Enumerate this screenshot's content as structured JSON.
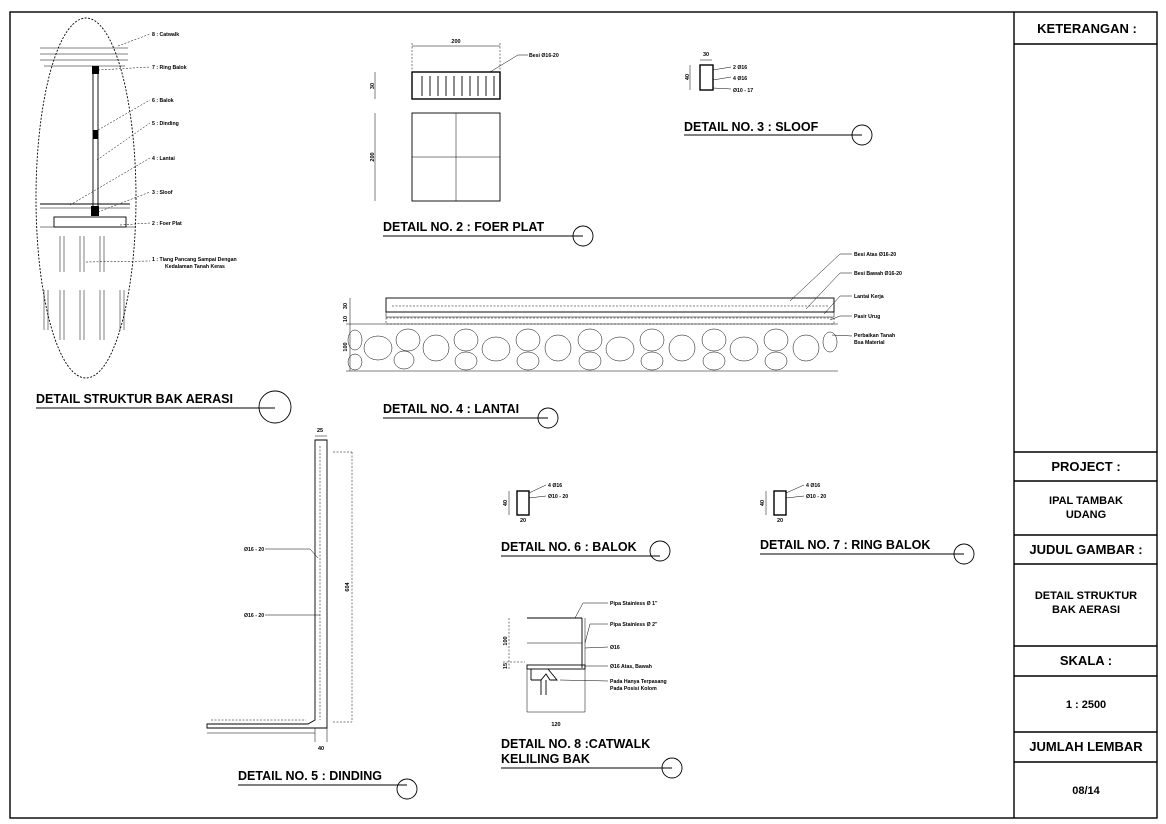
{
  "panel": {
    "keterangan": "KETERANGAN :",
    "project_label": "PROJECT :",
    "project_line1": "IPAL TAMBAK",
    "project_line2": "UDANG",
    "judul_label": "JUDUL GAMBAR :",
    "judul_line1": "DETAIL STRUKTUR",
    "judul_line2": "BAK AERASI",
    "skala_label": "SKALA :",
    "skala_value": "1 : 2500",
    "jumlah_label": "JUMLAH LEMBAR",
    "jumlah_value": "08/14"
  },
  "detail_struktur": {
    "title": "DETAIL STRUKTUR BAK AERASI",
    "labels": [
      "8 : Catwalk",
      "7 : Ring Balok",
      "6 : Balok",
      "5 : Dinding",
      "4 : Lantai",
      "3 : Sloof",
      "2 : Foer Plat"
    ],
    "label1_line1": "1 : Tiang Pancang Sampai Dengan",
    "label1_line2": "Kedalaman Tanah Keras"
  },
  "detail2": {
    "title": "DETAIL NO. 2 : FOER PLAT",
    "dim_width": "200",
    "dim_height_top": "30",
    "dim_height_bottom": "200",
    "rebar": "Besi Ø16-20"
  },
  "detail3": {
    "title": "DETAIL NO. 3 : SLOOF",
    "dim_width": "30",
    "dim_height": "40",
    "rebar1": "2 Ø16",
    "rebar2": "4 Ø16",
    "rebar3": "Ø10 - 17"
  },
  "detail4": {
    "title": "DETAIL NO. 4 : LANTAI",
    "dim1": "30",
    "dim2": "10",
    "dim3": "100",
    "label_besi_atas": "Besi Atas Ø16-20",
    "label_besi_bawah": "Besi Bawah Ø16-20",
    "label_lantai_kerja": "Lantai Kerja",
    "label_pasir_urug": "Pasir Urug",
    "label_perbaikan_line1": "Perbaikan Tanah",
    "label_perbaikan_line2": "Bsa Material"
  },
  "detail5": {
    "title": "DETAIL NO. 5 : DINDING",
    "dim_top": "25",
    "dim_bottom": "40",
    "dim_height": "604",
    "rebar_upper": "Ø16 - 20",
    "rebar_lower": "Ø16 - 20"
  },
  "detail6": {
    "title": "DETAIL NO. 6 : BALOK",
    "dim_width": "20",
    "dim_height": "40",
    "rebar1": "4 Ø16",
    "rebar2": "Ø10 - 20"
  },
  "detail7": {
    "title": "DETAIL NO. 7 : RING BALOK",
    "dim_width": "20",
    "dim_height": "40",
    "rebar1": "4 Ø16",
    "rebar2": "Ø10 - 20"
  },
  "detail8": {
    "title_line1": "DETAIL NO. 8 :CATWALK",
    "title_line2": "KELILING BAK",
    "dim_height": "100",
    "dim_small": "15",
    "dim_width": "120",
    "label_pipa1": "Pipa Stainless Ø 1\"",
    "label_pipa2": "Pipa Stainless Ø 2\"",
    "label_besi": "Ø16",
    "label_atas": "Ø16 Atas, Bawah",
    "label_pada_line1": "Pada Hanya Terpasang",
    "label_pada_line2": "Pada Posisi Kolom"
  }
}
